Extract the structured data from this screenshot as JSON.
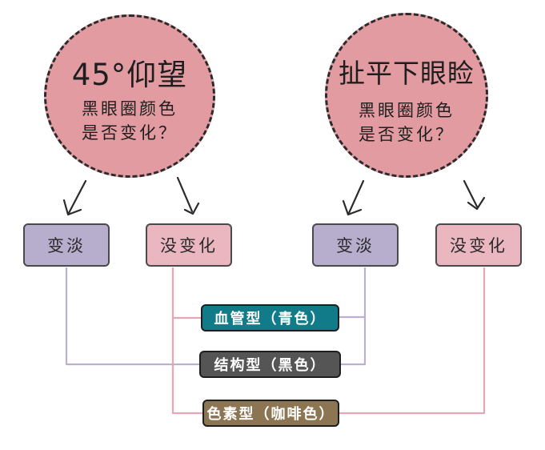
{
  "colors": {
    "circle_fill": "#e29ba1",
    "fade_fill": "#b7aecd",
    "nochange_fill": "#eab6bf",
    "vascular_fill": "#127b8a",
    "structural_fill": "#555555",
    "pigment_fill": "#8b7552",
    "line_lilac": "#b9b1cf",
    "line_pink": "#e6a7b5"
  },
  "left_test": {
    "title": "45°仰望",
    "question_line1": "黑眼圈颜色",
    "question_line2": "是否变化？",
    "fade_label": "变淡",
    "nochange_label": "没变化"
  },
  "right_test": {
    "title": "扯平下眼睑",
    "question_line1": "黑眼圈颜色",
    "question_line2": "是否变化？",
    "fade_label": "变淡",
    "nochange_label": "没变化"
  },
  "types": {
    "vascular": "血管型（青色）",
    "structural": "结构型（黑色）",
    "pigment": "色素型（咖啡色）"
  }
}
